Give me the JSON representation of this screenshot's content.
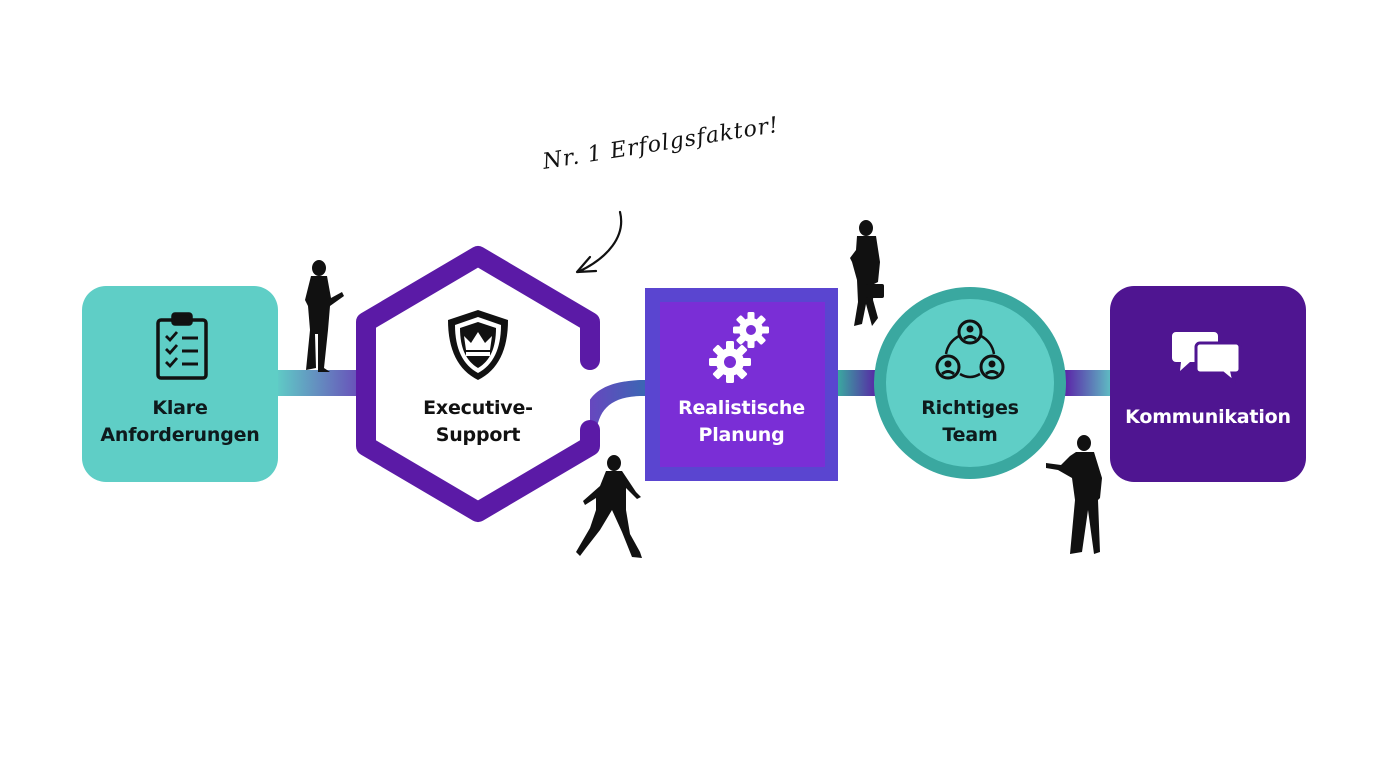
{
  "annotation": "Nr. 1 Erfolgsfaktor!",
  "steps": [
    {
      "line1": "Klare",
      "line2": "Anforderungen",
      "icon": "clipboard-checklist-icon",
      "shape": "rounded-square",
      "color": "#5fcec6",
      "text_color": "#0e1a1c"
    },
    {
      "line1": "Executive-",
      "line2": "Support",
      "icon": "crown-shield-icon",
      "shape": "hexagon",
      "color": "#5b1aa6",
      "text_color": "#111111"
    },
    {
      "line1": "Realistische",
      "line2": "Planung",
      "icon": "gears-icon",
      "shape": "square",
      "color": "#7a2ed6",
      "border_color": "#5a45d0",
      "text_color": "#ffffff"
    },
    {
      "line1": "Richtiges",
      "line2": "Team",
      "icon": "team-cycle-icon",
      "shape": "circle",
      "color": "#5fcec6",
      "border_color": "#3aa8a0",
      "text_color": "#0e1a1c"
    },
    {
      "line1": "Kommunikation",
      "line2": "",
      "icon": "speech-bubbles-icon",
      "shape": "rounded-square",
      "color": "#4f1591",
      "text_color": "#ffffff"
    }
  ]
}
